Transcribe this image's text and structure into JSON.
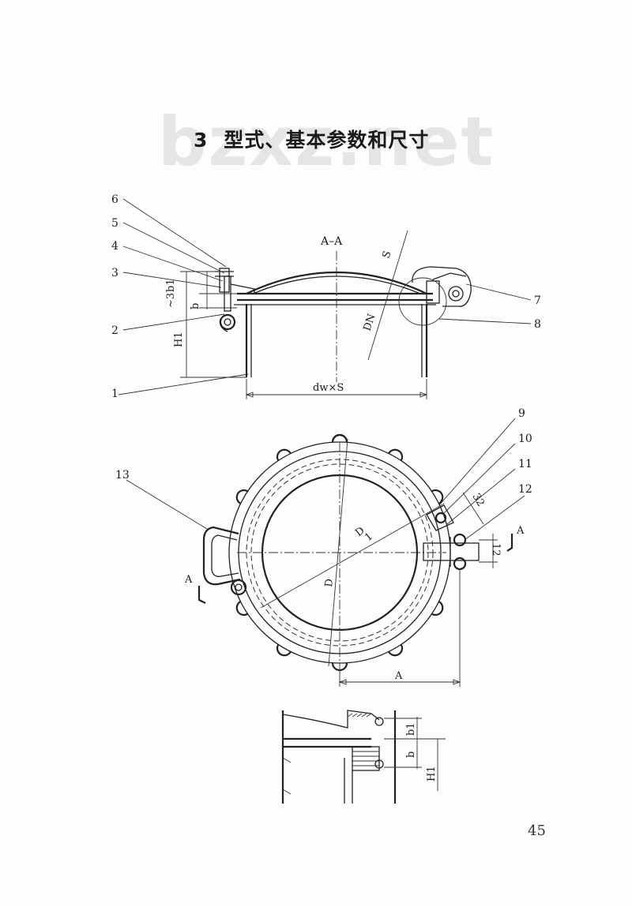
{
  "header": {
    "section_number": "3",
    "section_title": "型式、基本参数和尺寸",
    "watermark": "bzxz.net"
  },
  "figure": {
    "callouts": [
      "1",
      "2",
      "3",
      "4",
      "5",
      "6",
      "7",
      "8",
      "9",
      "10",
      "11",
      "12",
      "13"
    ],
    "section_view_label": "A–A",
    "section_marker_label": "A",
    "dimensions": {
      "thickness": "S",
      "nominal_diameter": "DN",
      "outer_dia_thickness": "dw×S",
      "flange_height": "H1",
      "gap": "b",
      "gap_sub": "b1",
      "gap_approx": "~3",
      "diameter_d": "D",
      "diameter_d1": "D1",
      "distance_a": "A",
      "dim_32": "32",
      "dim_12": "12"
    }
  },
  "footer": {
    "page_number": "45"
  }
}
